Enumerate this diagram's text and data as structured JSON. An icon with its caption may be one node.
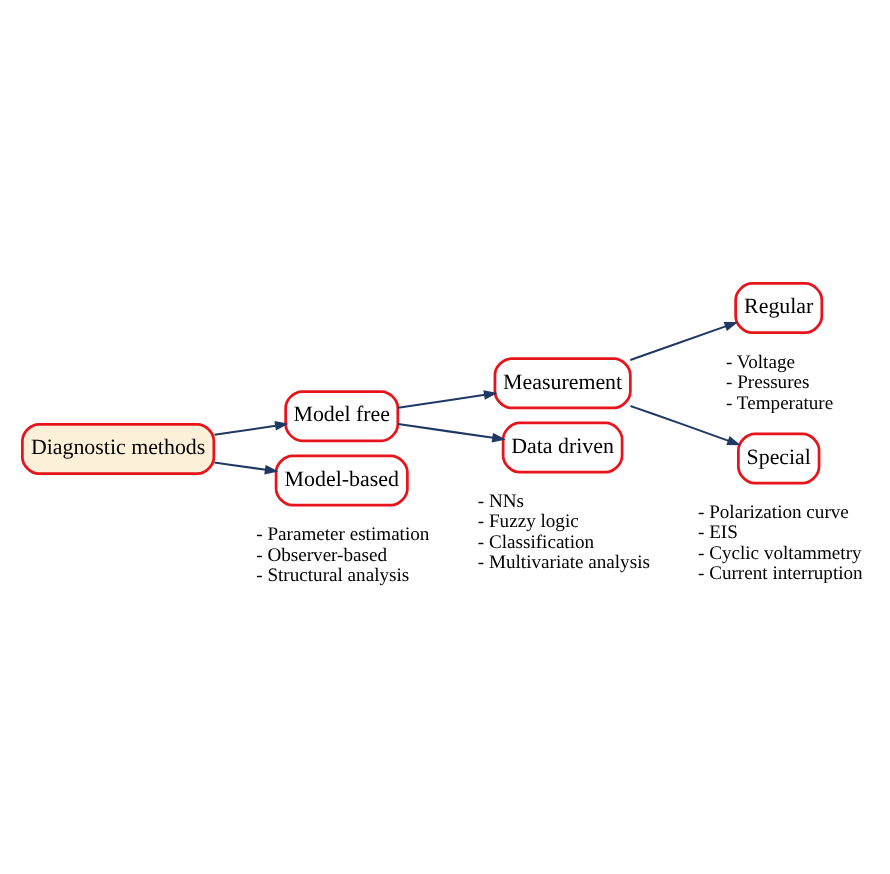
{
  "diagram": {
    "nodes": [
      {
        "text": [
          "Diagnostic methods"
        ]
      },
      {
        "text": [
          "Model free"
        ]
      },
      {
        "text": [
          "Model-based"
        ],
        "beside": [
          "- Parameter estimation",
          "- Observer-based",
          "- Structural analysis"
        ]
      },
      {
        "text": [
          "Measurement"
        ]
      },
      {
        "text": [
          "Regular"
        ],
        "beside": [
          "- Voltage",
          "- Pressures",
          "- Temperature"
        ]
      },
      {
        "text": [
          "Special"
        ],
        "beside": [
          "- Polarization curve",
          "- EIS",
          "- Cyclic voltammetry",
          "- Current interruption"
        ]
      },
      {
        "text": [
          "Data driven"
        ],
        "beside": [
          "- NNs",
          "- Fuzzy logic",
          "- Classification",
          "- Multivariate analysis"
        ]
      }
    ],
    "edges": [
      {
        "from": 0,
        "to": 1,
        "arrow": "to"
      },
      {
        "from": 0,
        "to": 2,
        "arrow": "to"
      },
      {
        "from": 1,
        "to": 3,
        "arrow": "to"
      },
      {
        "from": 1,
        "to": 6,
        "arrow": "to"
      },
      {
        "from": 3,
        "to": 4,
        "arrow": "to"
      },
      {
        "from": 3,
        "to": 5,
        "arrow": "to"
      }
    ]
  }
}
